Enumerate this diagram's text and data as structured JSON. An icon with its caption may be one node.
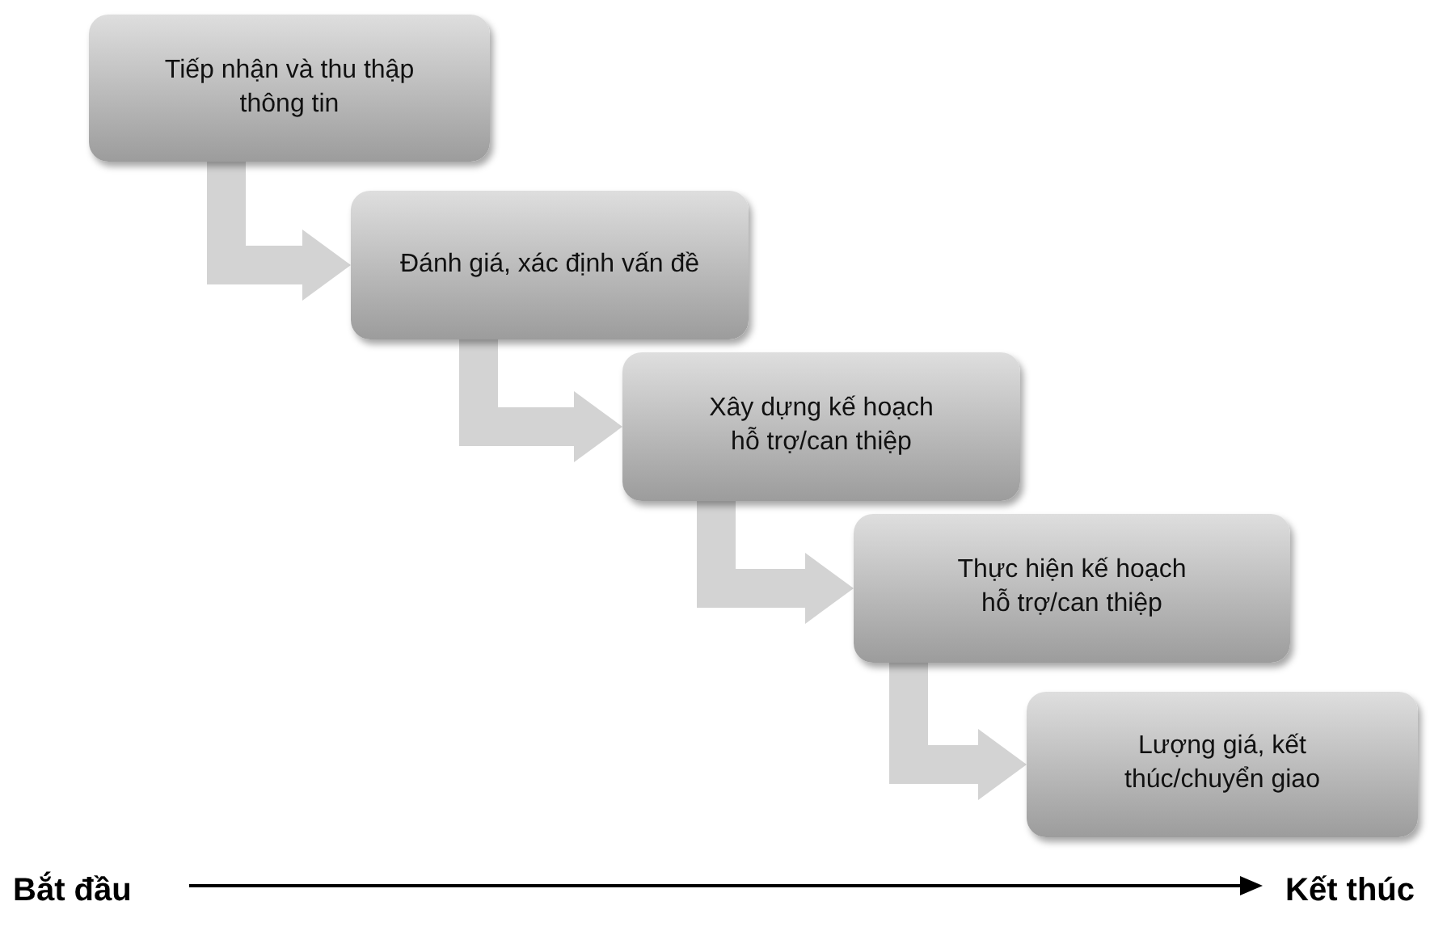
{
  "diagram": {
    "nodes": [
      {
        "text": [
          "Tiếp nhận và thu thập thông tin"
        ]
      },
      {
        "text": [
          "Đánh giá, xác định vấn đề"
        ]
      },
      {
        "text": [
          "Xây dựng kế hoạch hỗ trợ/can thiệp"
        ]
      },
      {
        "text": [
          "Thực hiện kế hoạch hỗ trợ/can thiệp"
        ]
      },
      {
        "text": [
          "Lượng giá, kết thúc/chuyển giao"
        ]
      },
      {
        "text": [
          "Bắt đầu"
        ]
      },
      {
        "text": [
          "Kết thúc"
        ]
      }
    ],
    "edges": [
      {
        "from": 0,
        "to": 1,
        "arrow": "to"
      },
      {
        "from": 1,
        "to": 2,
        "arrow": "to"
      },
      {
        "from": 2,
        "to": 3,
        "arrow": "to"
      },
      {
        "from": 3,
        "to": 4,
        "arrow": "to"
      },
      {
        "from": 5,
        "to": 6,
        "arrow": "to",
        "color": "#000000"
      }
    ]
  }
}
